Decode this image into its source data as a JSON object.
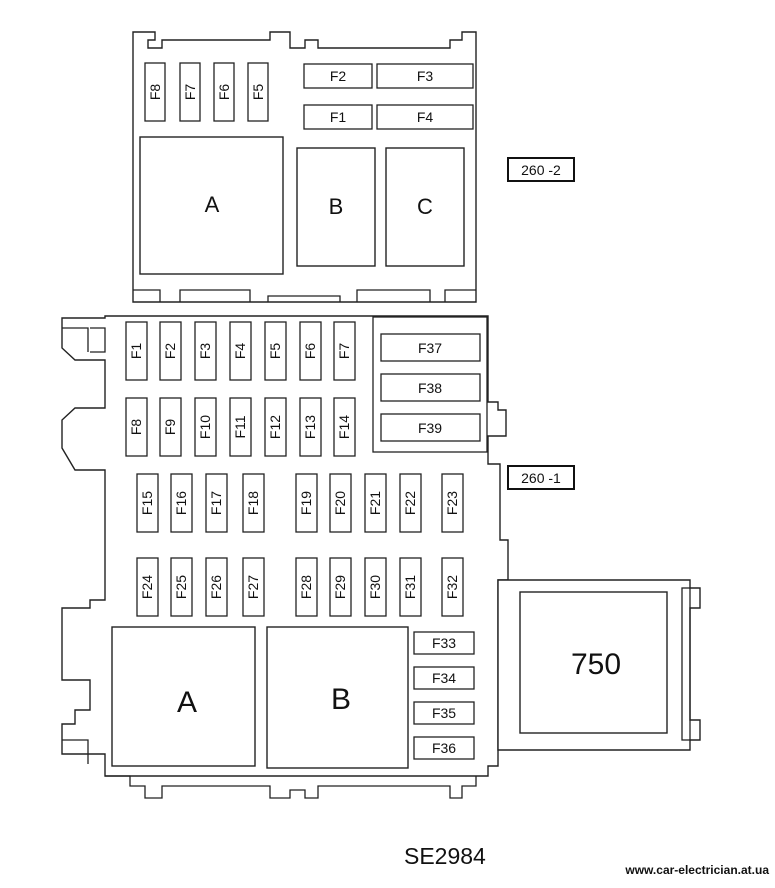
{
  "upper_box": {
    "tag": "260 -2",
    "fuses_vertical": [
      "F8",
      "F7",
      "F6",
      "F5"
    ],
    "fuses_horizontal": [
      "F2",
      "F3",
      "F1",
      "F4"
    ],
    "relays": [
      "A",
      "B",
      "C"
    ]
  },
  "lower_box": {
    "tag": "260 -1",
    "fuse_row_1": [
      "F1",
      "F2",
      "F3",
      "F4",
      "F5",
      "F6",
      "F7"
    ],
    "fuse_row_2": [
      "F8",
      "F9",
      "F10",
      "F11",
      "F12",
      "F13",
      "F14"
    ],
    "fuse_row_3": [
      "F15",
      "F16",
      "F17",
      "F18",
      "F19",
      "F20",
      "F21",
      "F22",
      "F23"
    ],
    "fuse_row_4": [
      "F24",
      "F25",
      "F26",
      "F27",
      "F28",
      "F29",
      "F30",
      "F31",
      "F32"
    ],
    "maxi_fuses": [
      "F37",
      "F38",
      "F39"
    ],
    "side_fuses": [
      "F33",
      "F34",
      "F35",
      "F36"
    ],
    "relays": [
      "A",
      "B"
    ]
  },
  "side_relay": {
    "label": "750"
  },
  "diagram_code": "SE2984",
  "watermark": "www.car-electrician.at.ua"
}
